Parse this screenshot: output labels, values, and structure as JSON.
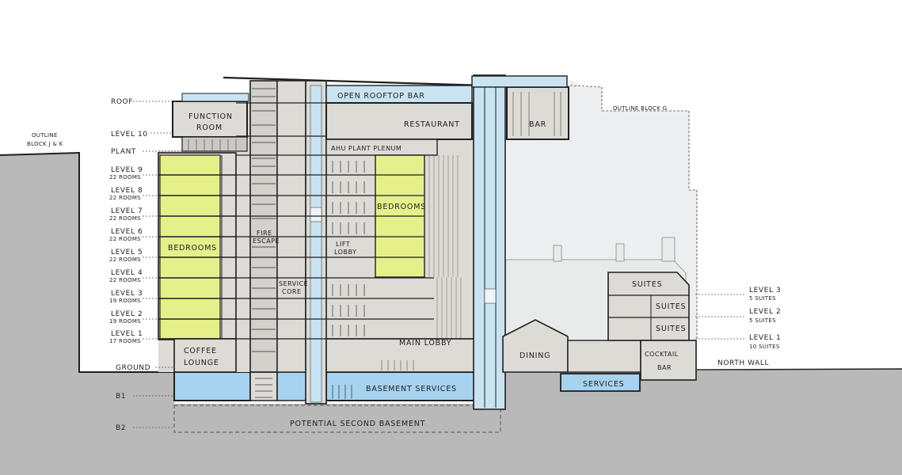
{
  "left_labels": {
    "roof": "ROOF",
    "level10": "LEVEL 10",
    "plant": "PLANT",
    "level9": "LEVEL 9",
    "level9_rooms": "22 ROOMS",
    "level8": "LEVEL 8",
    "level8_rooms": "22 ROOMS",
    "level7": "LEVEL 7",
    "level7_rooms": "22 ROOMS",
    "level6": "LEVEL 6",
    "level6_rooms": "22 ROOMS",
    "level5": "LEVEL 5",
    "level5_rooms": "22 ROOMS",
    "level4": "LEVEL 4",
    "level4_rooms": "22 ROOMS",
    "level3": "LEVEL 3",
    "level3_rooms": "19 ROOMS",
    "level2": "LEVEL 2",
    "level2_rooms": "19 ROOMS",
    "level1": "LEVEL 1",
    "level1_rooms": "17 ROOMS",
    "ground": "GROUND",
    "b1": "B1",
    "b2": "B2"
  },
  "outline_labels": {
    "left_line1": "OUTLINE",
    "left_line2": "BLOCK J & K",
    "right": "OUTLINE BLOCK G"
  },
  "rooms": {
    "function_room_line1": "FUNCTION",
    "function_room_line2": "ROOM",
    "open_rooftop_bar": "OPEN ROOFTOP BAR",
    "restaurant": "RESTAURANT",
    "bar": "BAR",
    "ahu_plant_plenum": "AHU PLANT PLENUM",
    "bedrooms_left": "BEDROOMS",
    "bedrooms_right": "BEDROOMS",
    "fire_escape_line1": "FIRE",
    "fire_escape_line2": "ESCAPE",
    "lift_lobby_line1": "LIFT",
    "lift_lobby_line2": "LOBBY",
    "service_core_line1": "SERVICE",
    "service_core_line2": "CORE",
    "coffee_lounge_line1": "COFFEE",
    "coffee_lounge_line2": "LOUNGE",
    "main_lobby": "MAIN LOBBY",
    "basement_services": "BASEMENT SERVICES",
    "potential_second_basement": "POTENTIAL SECOND BASEMENT",
    "dining": "DINING",
    "services": "SERVICES",
    "suites_top": "SUITES",
    "suites_mid": "SUITES",
    "suites_low": "SUITES",
    "cocktail_bar_line1": "COCKTAIL",
    "cocktail_bar_line2": "BAR"
  },
  "right_labels": {
    "level3": "LEVEL 3",
    "level3_suites": "5 SUITES",
    "level2": "LEVEL 2",
    "level2_suites": "5 SUITES",
    "level1": "LEVEL 1",
    "level1_suites": "10 SUITES",
    "north_wall": "NORTH WALL"
  },
  "colors": {
    "ground_fill": "#b9b9b9",
    "building_fill": "#dcdbd5",
    "bedroom_fill": "#e6f08a",
    "service_blue": "#a7d2f0",
    "shaft_blue": "#c9e3f2",
    "outline_block_fill": "#eceef0"
  }
}
